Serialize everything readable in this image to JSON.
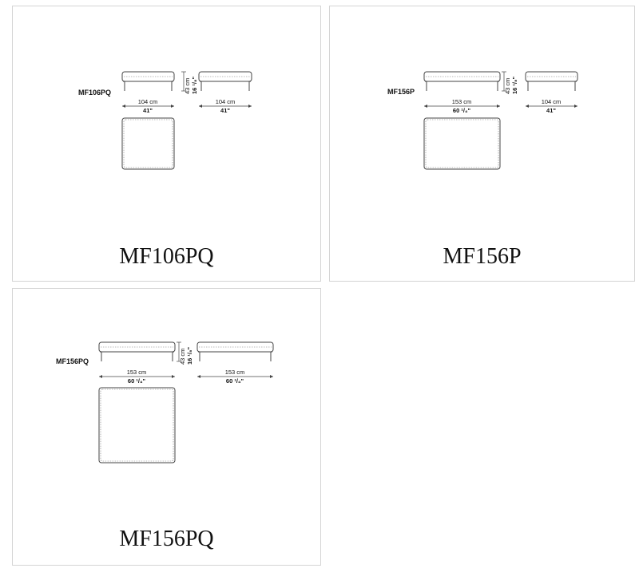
{
  "cards": [
    {
      "title": "MF106PQ",
      "code": "MF106PQ",
      "height_cm": "43 cm",
      "height_in": "16 ¹/₈\"",
      "front_width_cm": "104 cm",
      "front_width_in": "41\"",
      "side_depth_cm": "104 cm",
      "side_depth_in": "41\""
    },
    {
      "title": "MF156P",
      "code": "MF156P",
      "height_cm": "43 cm",
      "height_in": "16 ¹/₈\"",
      "front_width_cm": "153 cm",
      "front_width_in": "60 ¹/₄\"",
      "side_depth_cm": "104 cm",
      "side_depth_in": "41\""
    },
    {
      "title": "MF156PQ",
      "code": "MF156PQ",
      "height_cm": "43 cm",
      "height_in": "16 ¹/₈\"",
      "front_width_cm": "153 cm",
      "front_width_in": "60 ¹/₄\"",
      "side_depth_cm": "153 cm",
      "side_depth_in": "60 ¹/₄\""
    }
  ]
}
